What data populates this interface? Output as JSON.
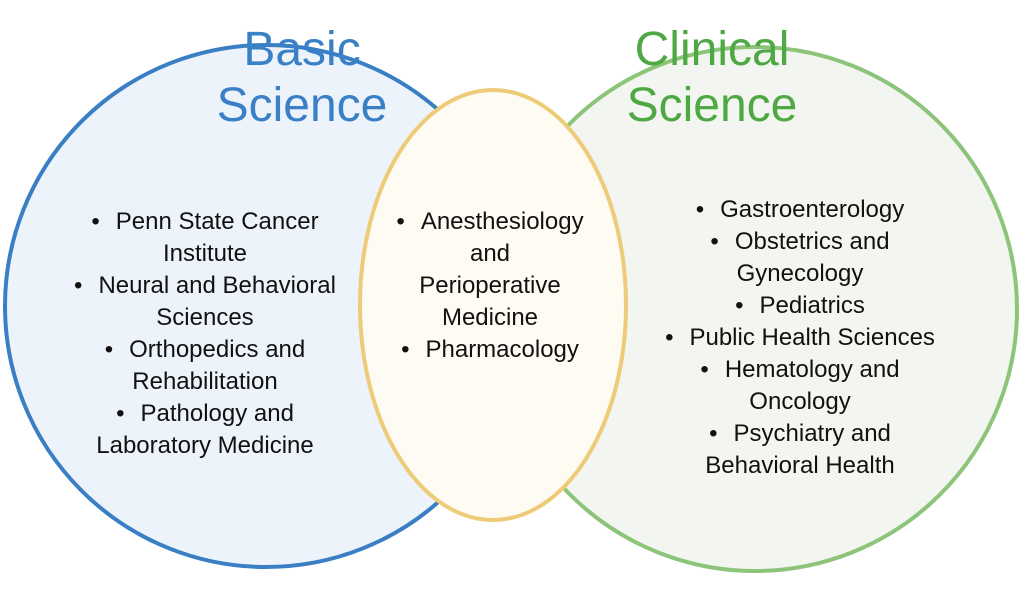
{
  "colors": {
    "basic_stroke": "#3a7fc4",
    "basic_fill": "#edf3fb",
    "basic_title": "#3a80c6",
    "clinical_stroke": "#8cc47a",
    "clinical_fill": "#f3f6f0",
    "clinical_title": "#4ea843",
    "overlap_stroke": "#eecb78",
    "overlap_fill": "#fefbf2"
  },
  "basic": {
    "title_lines": [
      "Basic",
      "Science"
    ],
    "items": [
      {
        "lines": [
          "Penn State Cancer",
          "Institute"
        ]
      },
      {
        "lines": [
          "Neural and Behavioral",
          "Sciences"
        ]
      },
      {
        "lines": [
          "Orthopedics and",
          "Rehabilitation"
        ]
      },
      {
        "lines": [
          "Pathology and",
          "Laboratory Medicine"
        ]
      }
    ]
  },
  "overlap": {
    "items": [
      {
        "lines": [
          "Anesthesiology",
          "and",
          "Perioperative",
          "Medicine"
        ]
      },
      {
        "lines": [
          "Pharmacology"
        ]
      }
    ]
  },
  "clinical": {
    "title_lines": [
      "Clinical",
      "Science"
    ],
    "items": [
      {
        "lines": [
          "Gastroenterology"
        ]
      },
      {
        "lines": [
          "Obstetrics and",
          "Gynecology"
        ]
      },
      {
        "lines": [
          "Pediatrics"
        ]
      },
      {
        "lines": [
          "Public Health Sciences"
        ]
      },
      {
        "lines": [
          "Hematology and",
          "Oncology"
        ]
      },
      {
        "lines": [
          "Psychiatry and",
          "Behavioral Health"
        ]
      }
    ]
  }
}
